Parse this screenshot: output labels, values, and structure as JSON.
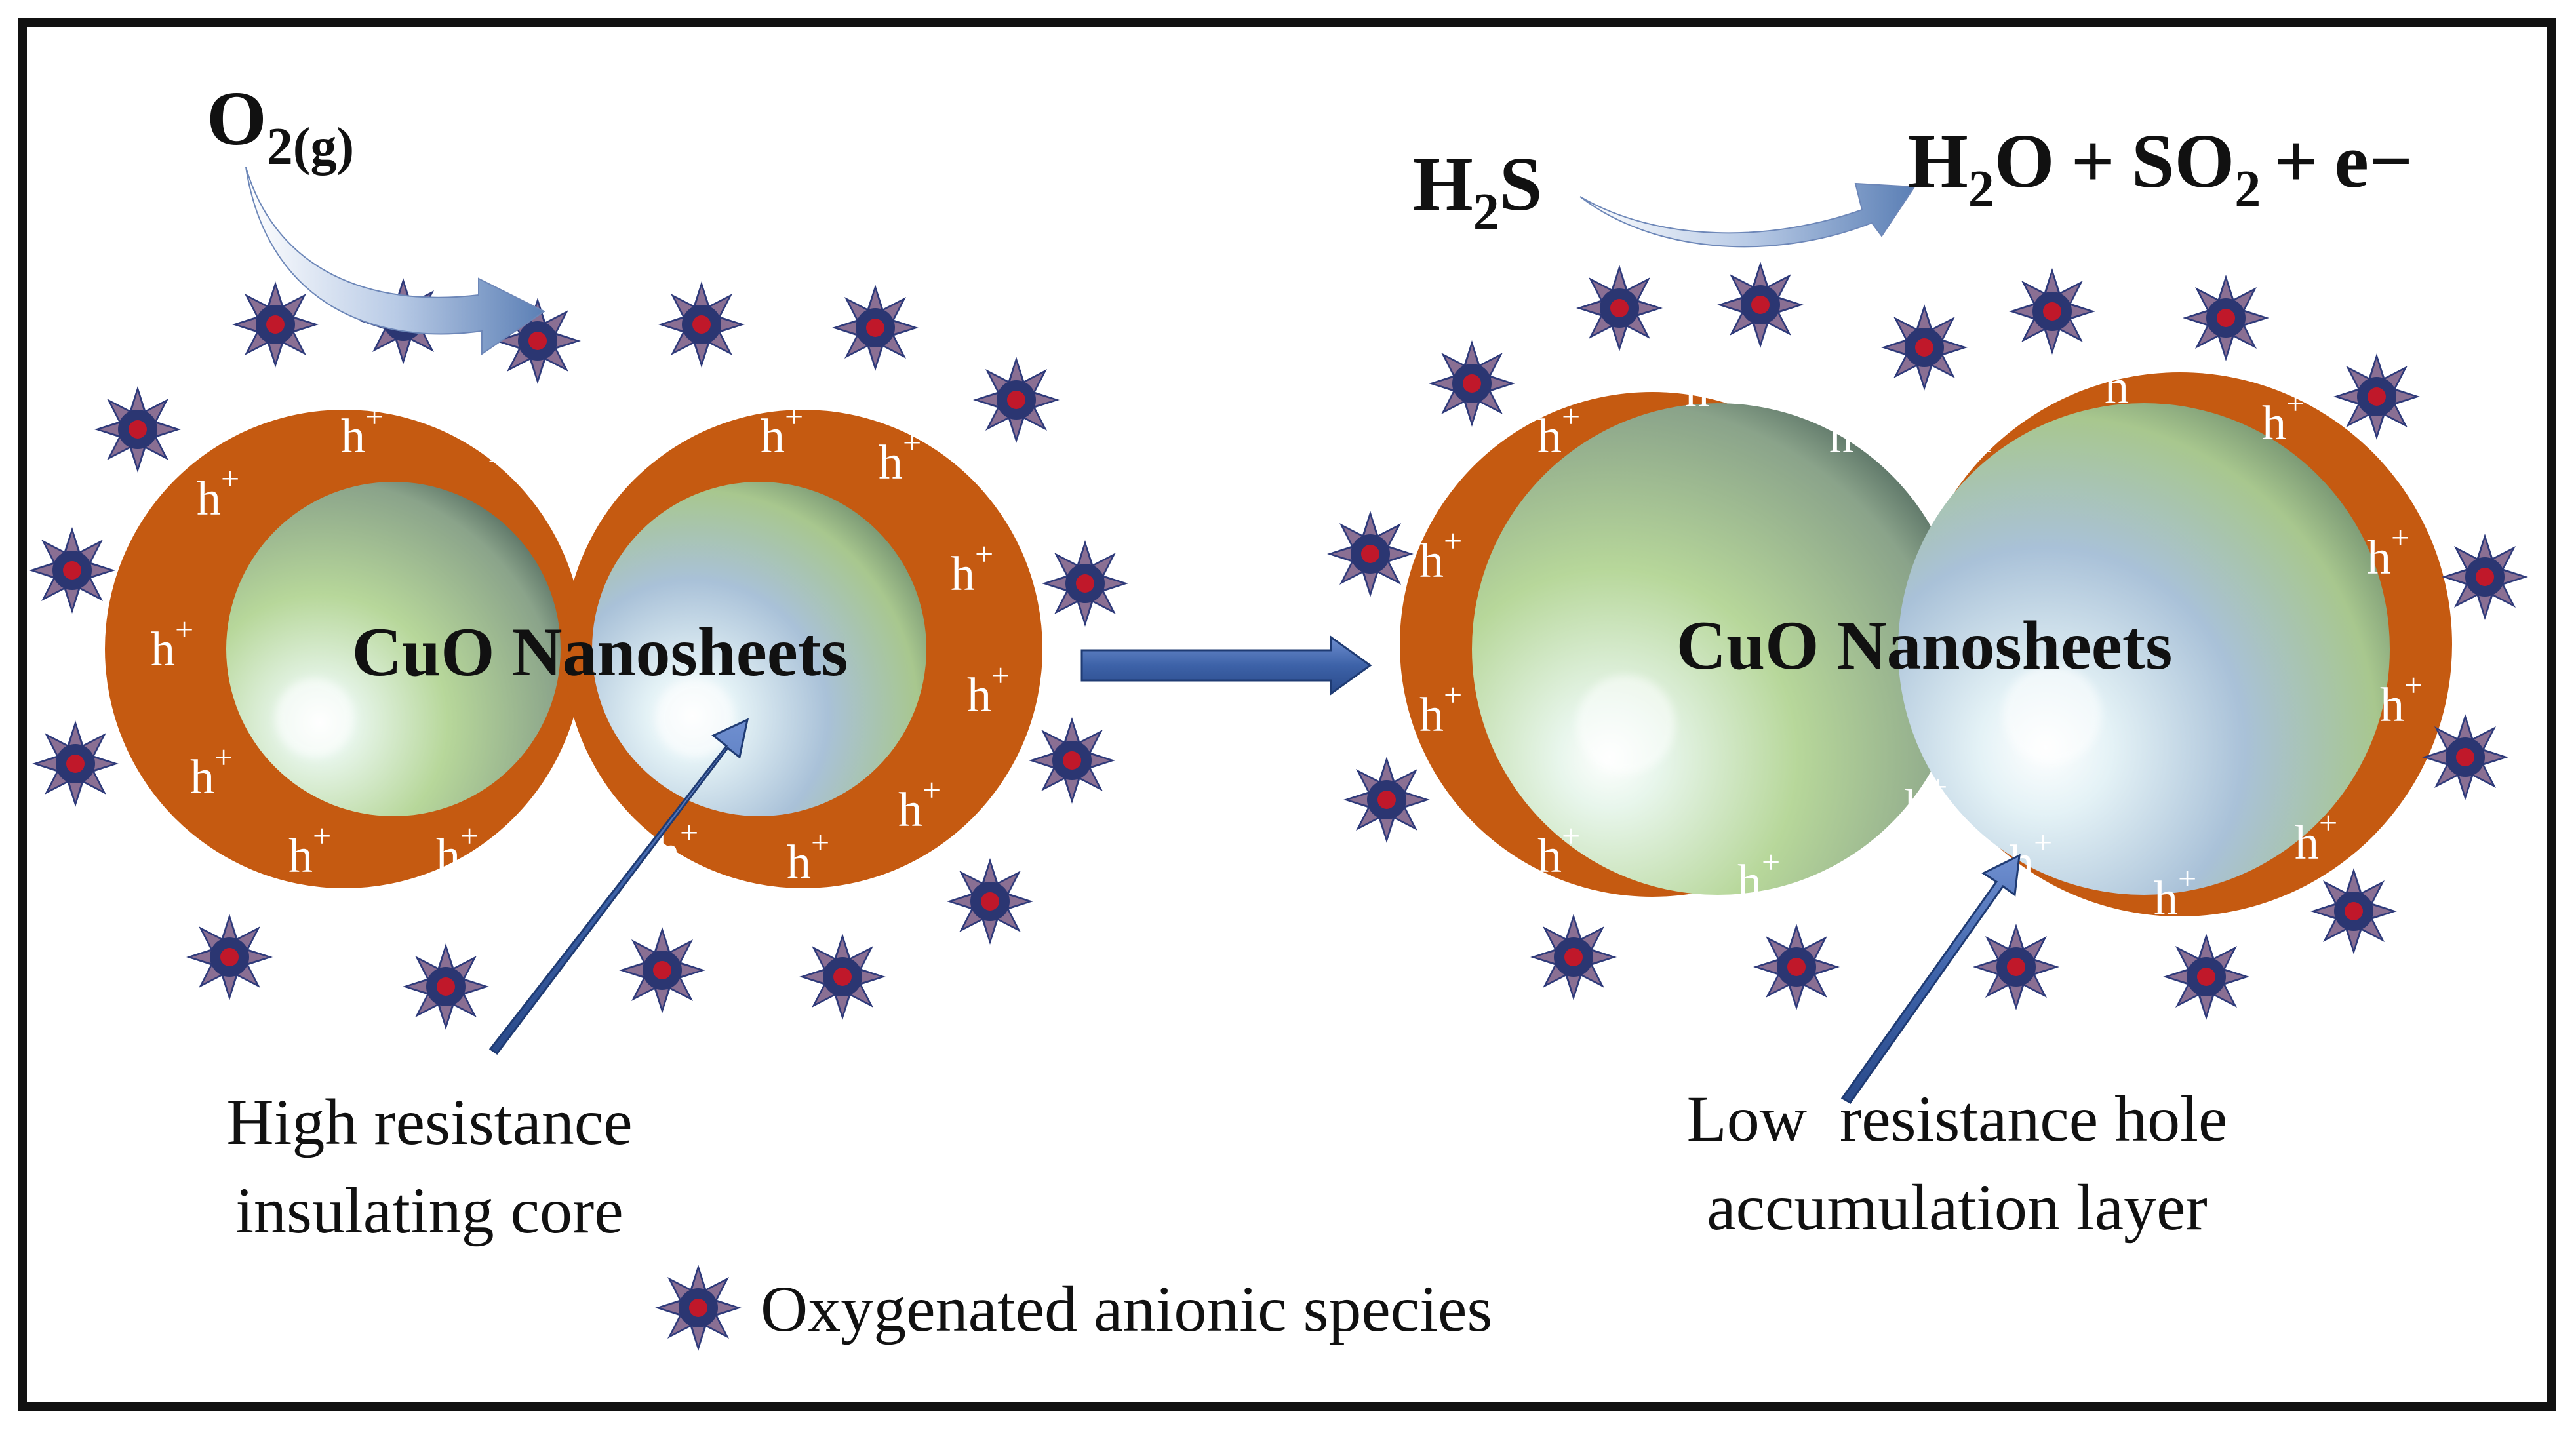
{
  "reactants": {
    "oxygen": {
      "main": "O",
      "sub": "2(g)"
    },
    "h2s": {
      "main_a": "H",
      "sub": "2",
      "main_b": "S"
    }
  },
  "products": {
    "p1_a": "H",
    "p1_sub": "2",
    "p1_b": "O",
    "plus_1": "+",
    "p2_a": "SO",
    "p2_sub": "2",
    "plus_2": "+",
    "p3": "e−"
  },
  "left_particle": {
    "core_label": "CuO Nanosheets",
    "hole_symbol": "h",
    "hole_charge": "+",
    "caption_line1": "High resistance",
    "caption_line2": "insulating core"
  },
  "right_particle": {
    "core_label": "CuO Nanosheets",
    "hole_symbol": "h",
    "hole_charge": "+",
    "caption_line1": "Low  resistance hole",
    "caption_line2": "accumulation layer"
  },
  "legend": {
    "icon": "star-icon",
    "label": "Oxygenated anionic species"
  },
  "colors": {
    "shell": "#C55A11",
    "arrow": "#3D62A8",
    "star_outer": "#5A4F8F",
    "star_dot": "#C0182A",
    "frame": "#111111"
  }
}
